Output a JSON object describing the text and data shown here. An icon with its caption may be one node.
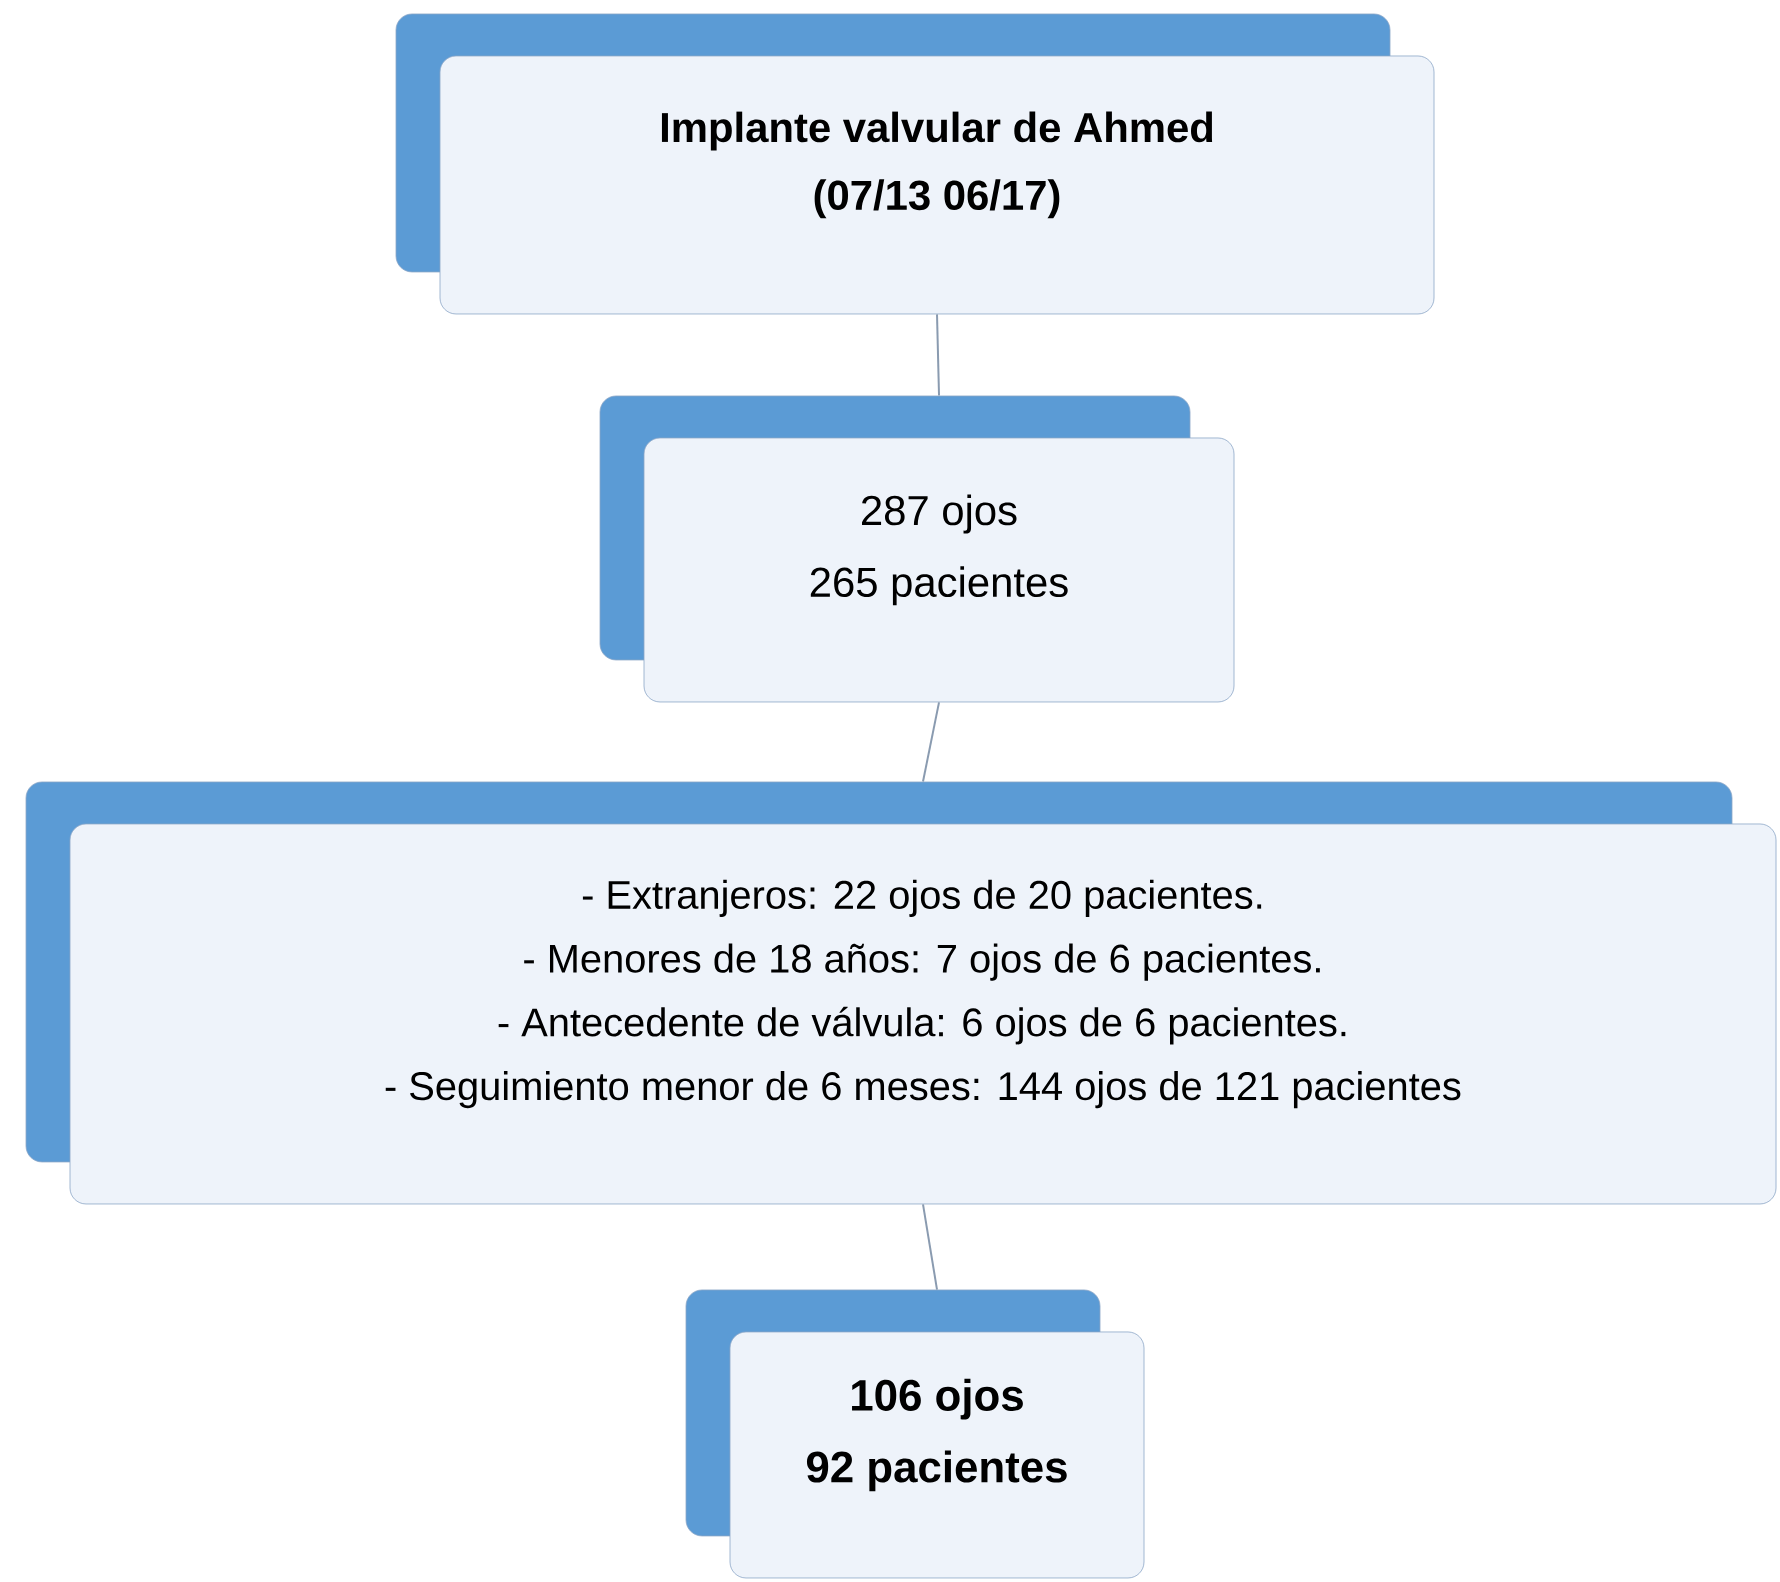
{
  "diagram": {
    "nodes": [
      {
        "text": [
          "Implante valvular de Ahmed",
          "(07/13  06/17)"
        ]
      },
      {
        "text": [
          "287 ojos",
          "265 pacientes"
        ]
      },
      {
        "text": [
          "- Extranjeros: 22 ojos de 20 pacientes.",
          "- Menores de 18 años: 7 ojos de 6 pacientes.",
          "- Antecedente de válvula: 6 ojos de 6 pacientes.",
          "- Seguimiento menor de 6 meses: 144 ojos de 121 pacientes"
        ]
      },
      {
        "text": [
          "106 ojos",
          "92 pacientes"
        ]
      }
    ],
    "edges": [
      {
        "from": 0,
        "to": 1,
        "arrow": "none"
      },
      {
        "from": 1,
        "to": 2,
        "arrow": "none"
      },
      {
        "from": 2,
        "to": 3,
        "arrow": "none"
      }
    ]
  }
}
